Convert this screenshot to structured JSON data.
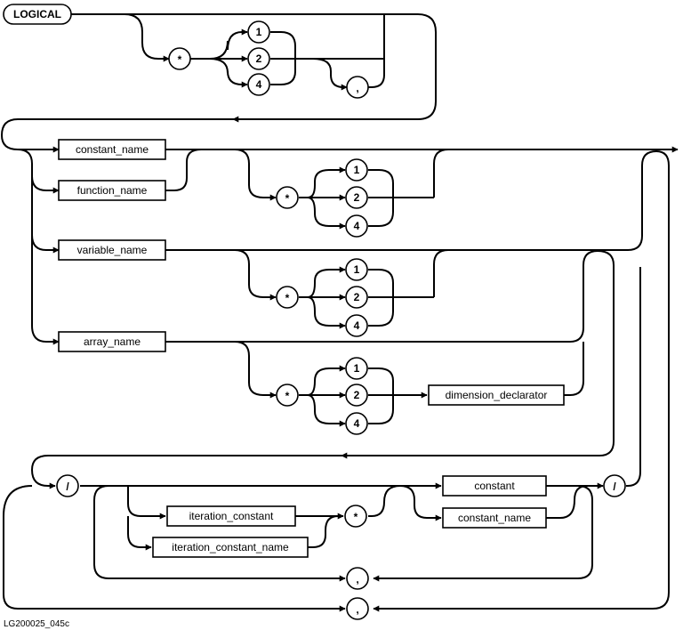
{
  "diagram": {
    "keyword": "LOGICAL",
    "figure_id": "LG200025_045c",
    "symbols": {
      "star": "*",
      "comma": ",",
      "slash": "/",
      "one": "1",
      "two": "2",
      "four": "4"
    },
    "boxes": {
      "constant_name": "constant_name",
      "function_name": "function_name",
      "variable_name": "variable_name",
      "array_name": "array_name",
      "dimension_declarator": "dimension_declarator",
      "iteration_constant": "iteration_constant",
      "iteration_constant_name": "iteration_constant_name",
      "constant": "constant"
    }
  }
}
